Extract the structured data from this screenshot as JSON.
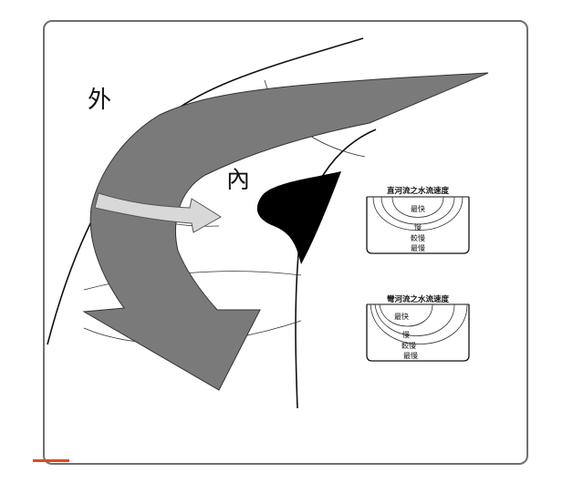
{
  "labels": {
    "outer": "外",
    "inner": "內"
  },
  "straight_channel": {
    "title": "直河流之水流速度",
    "levels": [
      "最快",
      "慢",
      "較慢",
      "最慢"
    ]
  },
  "curved_channel": {
    "title": "彎河流之水流速度",
    "levels": [
      "最快",
      "慢",
      "較慢",
      "最慢"
    ]
  },
  "colors": {
    "main_arrow": "#7a7a7a",
    "cross_arrow": "#d8d8d8",
    "deposit": "#000000",
    "frame": "#6f6f6f",
    "accent": "#e24a1a"
  }
}
